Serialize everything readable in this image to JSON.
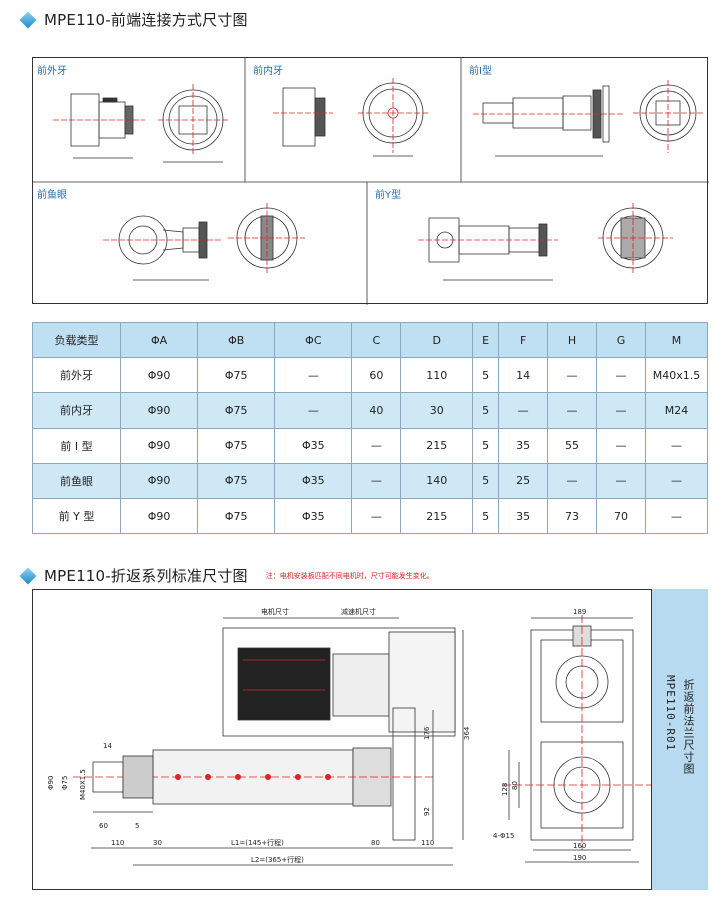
{
  "section1": {
    "title": "MPE110-前端连接方式尺寸图"
  },
  "panels": {
    "outer_thread": "前外牙",
    "inner_thread": "前内牙",
    "i_type": "前I型",
    "fish_eye": "前鱼眼",
    "y_type": "前Y型"
  },
  "spec_table": {
    "headers": [
      "负载类型",
      "ΦA",
      "ΦB",
      "ΦC",
      "C",
      "D",
      "E",
      "F",
      "H",
      "G",
      "M"
    ],
    "rows": [
      [
        "前外牙",
        "Φ90",
        "Φ75",
        "—",
        "60",
        "110",
        "5",
        "14",
        "—",
        "—",
        "M40x1.5"
      ],
      [
        "前内牙",
        "Φ90",
        "Φ75",
        "—",
        "40",
        "30",
        "5",
        "—",
        "—",
        "—",
        "M24"
      ],
      [
        "前 I 型",
        "Φ90",
        "Φ75",
        "Φ35",
        "—",
        "215",
        "5",
        "35",
        "55",
        "—",
        "—"
      ],
      [
        "前鱼眼",
        "Φ90",
        "Φ75",
        "Φ35",
        "—",
        "140",
        "5",
        "25",
        "—",
        "—",
        "—"
      ],
      [
        "前 Y 型",
        "Φ90",
        "Φ75",
        "Φ35",
        "—",
        "215",
        "5",
        "35",
        "73",
        "70",
        "—"
      ]
    ]
  },
  "section2": {
    "title": "MPE110-折返系列标准尺寸图",
    "note": "注：电机安装板匹配不同电机时，尺寸可能发生变化。"
  },
  "drawing2": {
    "motor_label": "电机尺寸",
    "reducer_label": "减速机尺寸",
    "dim_14": "14",
    "dim_phi90": "Φ90",
    "dim_phi75": "Φ75",
    "dim_m40": "M40X1.5",
    "dim_60": "60",
    "dim_5": "5",
    "dim_176": "176",
    "dim_364": "364",
    "dim_92": "92",
    "dim_110a": "110",
    "dim_30": "30",
    "dim_l1": "L1=(145+行程)",
    "dim_80": "80",
    "dim_110b": "110",
    "dim_l2": "L2=(365+行程)",
    "dim_189": "189",
    "dim_128": "128",
    "dim_80v": "80",
    "dim_4phi15": "4-Φ15",
    "dim_160": "160",
    "dim_190": "190"
  },
  "side_panel": {
    "title": "折返前法兰尺寸图",
    "code": "MPE110-R01"
  },
  "colors": {
    "accent": "#1f6fb5",
    "table_header": "#bfe0f3",
    "table_alt": "#cfe8f6",
    "note_red": "#d61f1f",
    "panel_blue": "#b7daf0"
  }
}
